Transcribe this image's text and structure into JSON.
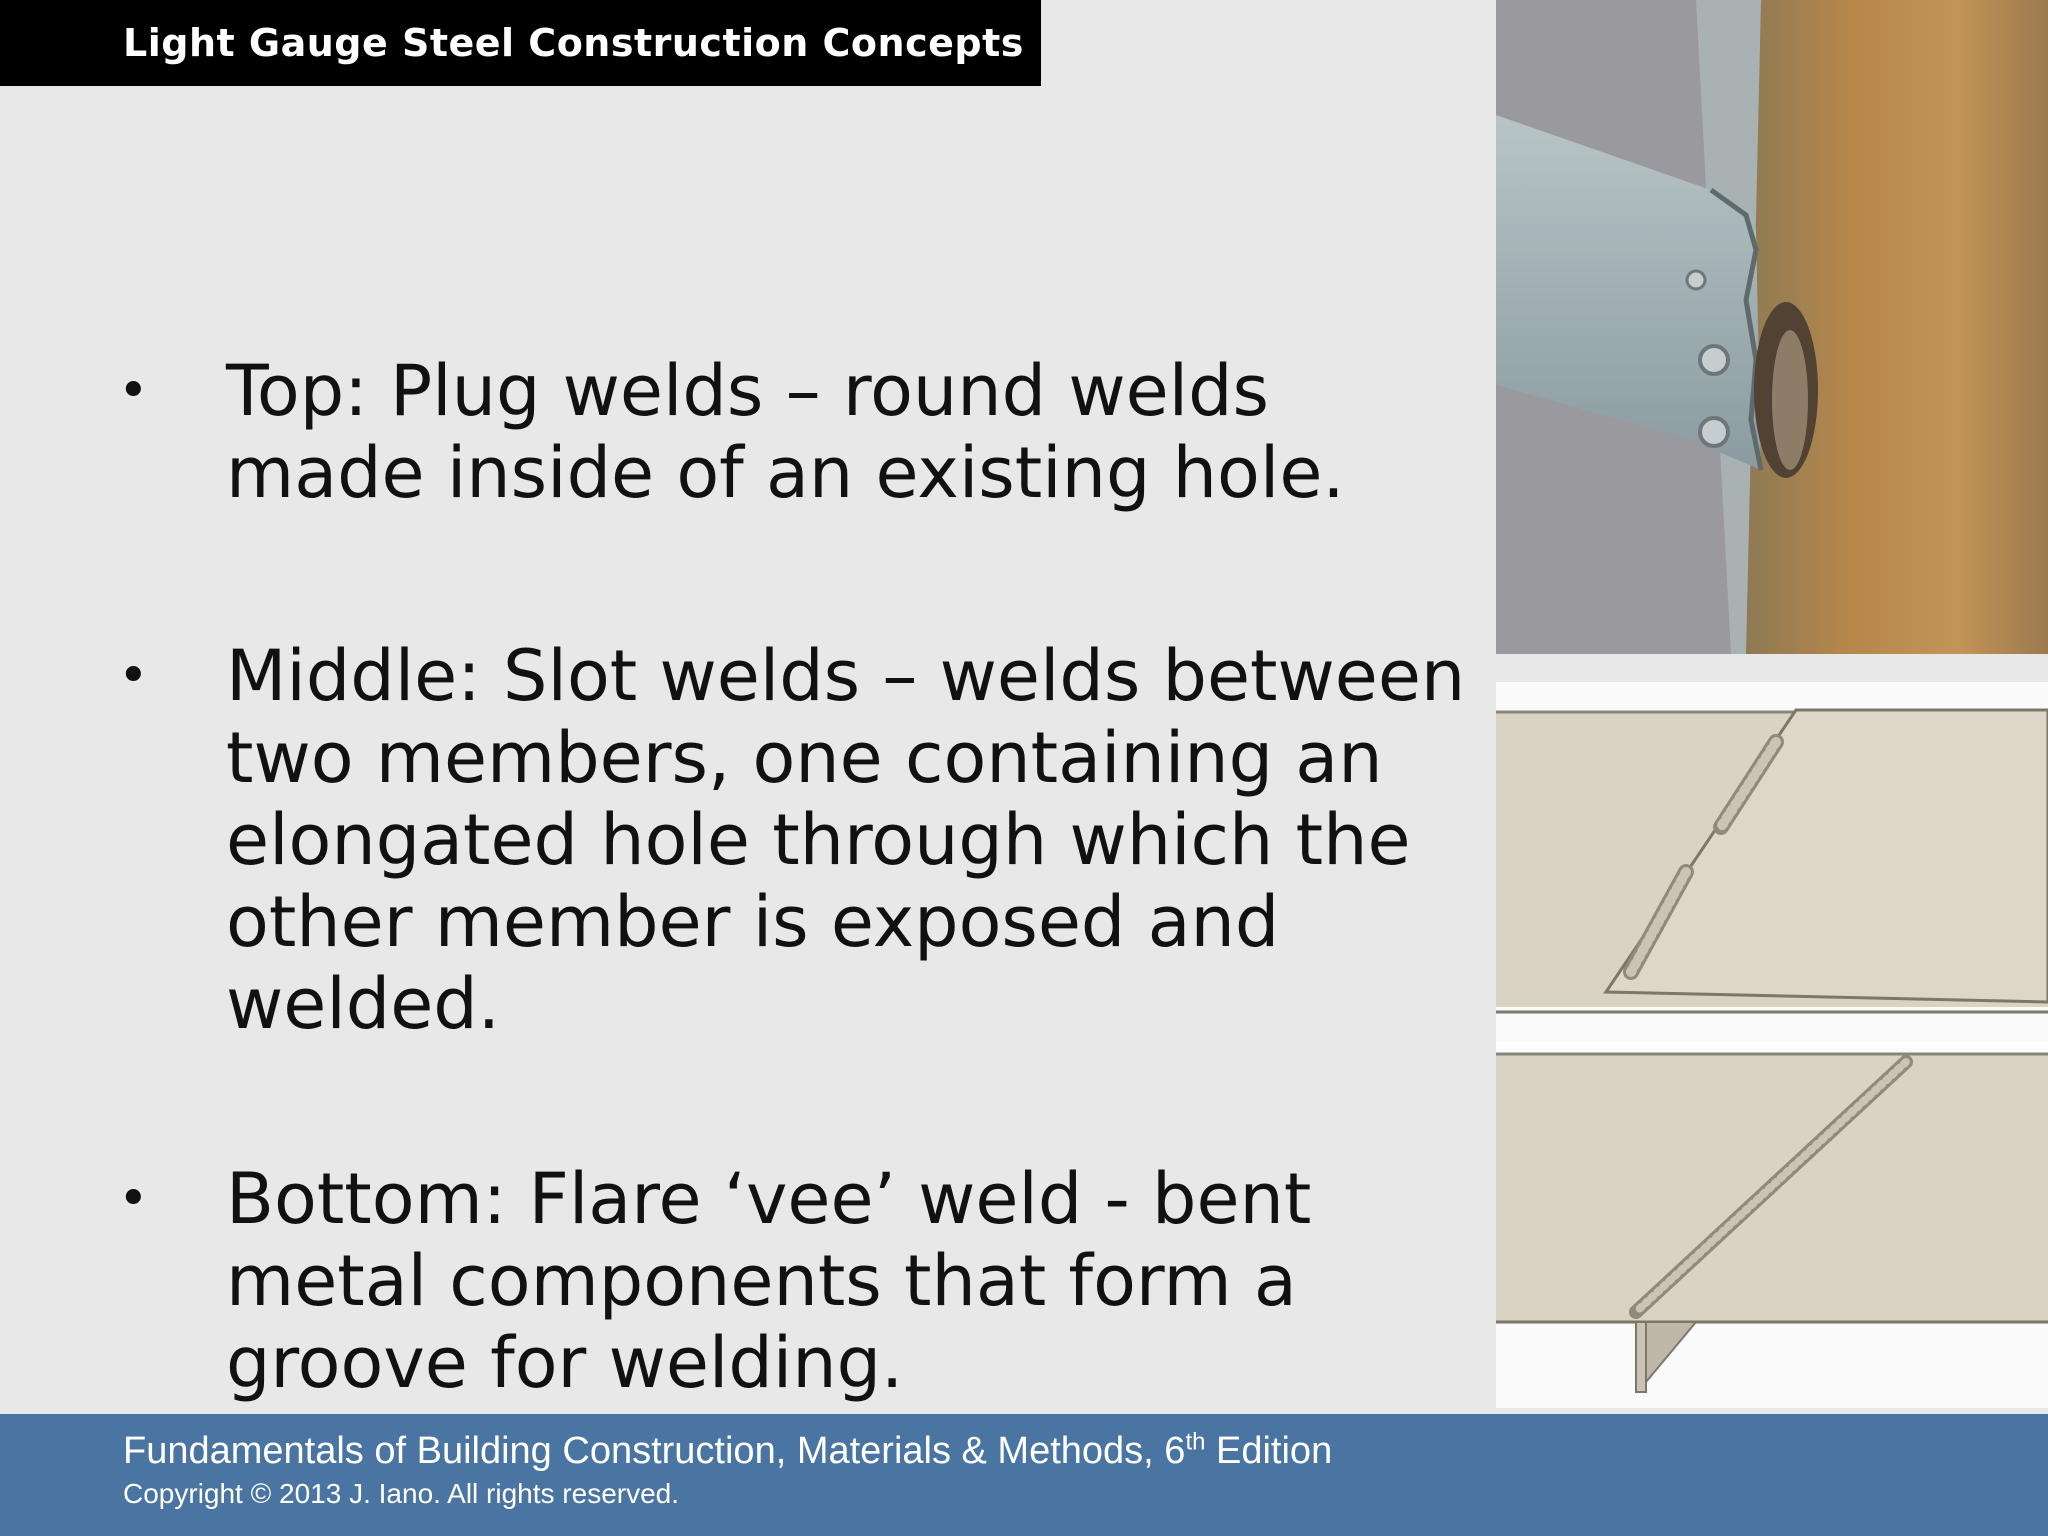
{
  "header": {
    "title": "Light Gauge Steel Construction Concepts"
  },
  "bullets": [
    {
      "marker": "•",
      "text": "Top: Plug welds – round welds made inside of an existing hole."
    },
    {
      "marker": "•",
      "text": "Middle: Slot welds – welds between two members, one containing an elongated hole through which the other member is exposed and welded."
    },
    {
      "marker": "•",
      "text": "Bottom:  Flare ‘vee’ weld -  bent metal components that form a groove for welding."
    }
  ],
  "images": {
    "top": "photo of plug welds on steel framing members",
    "bottom": "diagram of slot weld and flare vee weld on sheet steel"
  },
  "footer": {
    "book_prefix": "Fundamentals of Building Construction, Materials & Methods, 6",
    "book_sup": "th",
    "book_suffix": " Edition",
    "copyright": "Copyright © 2013 J. Iano. All rights reserved."
  },
  "colors": {
    "background": "#e8e8e8",
    "title_bar": "#000000",
    "footer": "#4a75a2"
  }
}
